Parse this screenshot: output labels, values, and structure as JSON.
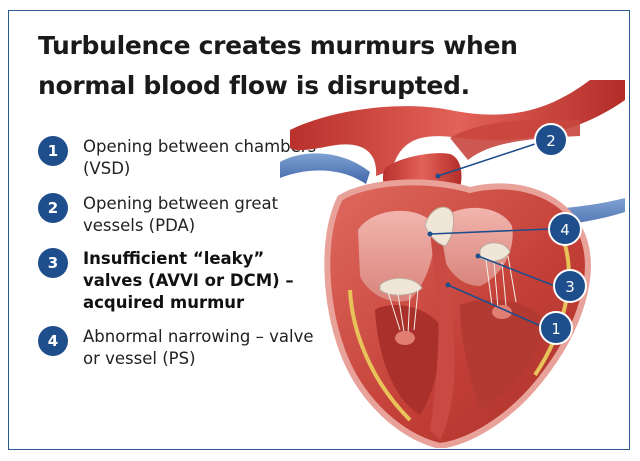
{
  "title": "Turbulence creates murmurs when normal blood flow is disrupted.",
  "items": [
    {
      "number": "1",
      "text": "Opening between chambers (VSD)",
      "bold": false
    },
    {
      "number": "2",
      "text": "Opening between great vessels (PDA)",
      "bold": false
    },
    {
      "number": "3",
      "text": "Insufficient “leaky” valves (AVVI or DCM) – acquired murmur",
      "bold": true
    },
    {
      "number": "4",
      "text": "Abnormal narrowing – valve or vessel (PS)",
      "bold": false
    }
  ],
  "callouts": [
    "2",
    "4",
    "3",
    "1"
  ],
  "colors": {
    "accent": "#1f4e8c",
    "border": "#2c5b91",
    "heart": "#c8463e",
    "vessel_blue": "#4f7ab8"
  }
}
